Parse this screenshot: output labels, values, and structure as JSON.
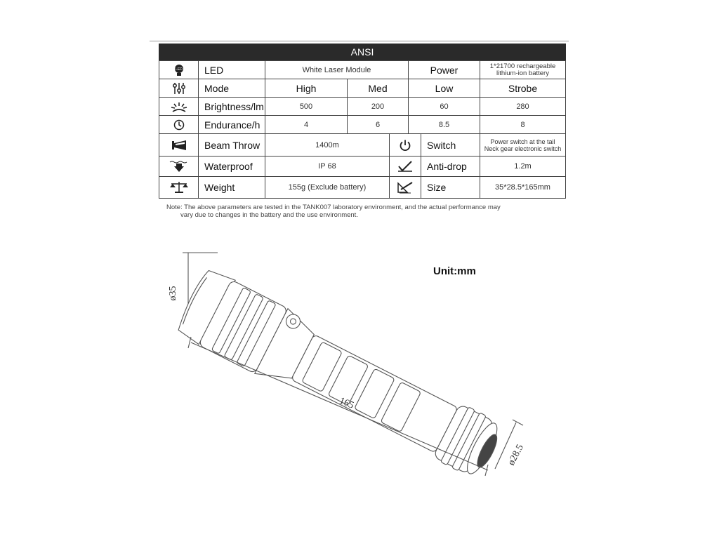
{
  "header": "ANSI",
  "rows": {
    "led": {
      "label": "LED",
      "value": "White Laser Module",
      "power_label": "Power",
      "power_value": "1*21700 rechargeable lithium-ion battery"
    },
    "mode": {
      "label": "Mode",
      "high": "High",
      "med": "Med",
      "low": "Low",
      "strobe": "Strobe"
    },
    "brightness": {
      "label": "Brightness/lm",
      "high": "500",
      "med": "200",
      "low": "60",
      "strobe": "280"
    },
    "endurance": {
      "label": "Endurance/h",
      "high": "4",
      "med": "6",
      "low": "8.5",
      "strobe": "8"
    },
    "beam": {
      "label": "Beam Throw",
      "value": "1400m",
      "switch_label": "Switch",
      "switch_value_1": "Power switch at the tail",
      "switch_value_2": "Neck gear electronic switch"
    },
    "water": {
      "label": "Waterproof",
      "value": "IP 68",
      "antidrop_label": "Anti-drop",
      "antidrop_value": "1.2m"
    },
    "weight": {
      "label": "Weight",
      "value": "155g  (Exclude battery)",
      "size_label": "Size",
      "size_value": "35*28.5*165mm"
    }
  },
  "note_line1": "Note: The above parameters are tested in the TANK007 laboratory environment, and the actual performance may",
  "note_line2": "vary due to changes in the battery and the use environment.",
  "unit_label": "Unit:mm",
  "dimensions": {
    "head_diameter": "ø35",
    "length": "165",
    "tail_diameter": "ø28.5"
  },
  "icons": [
    "led-bulb-icon",
    "mode-sliders-icon",
    "brightness-rays-icon",
    "clock-icon",
    "beam-icon",
    "power-icon",
    "waterproof-icon",
    "anti-drop-icon",
    "weight-scale-icon",
    "size-ruler-icon"
  ]
}
